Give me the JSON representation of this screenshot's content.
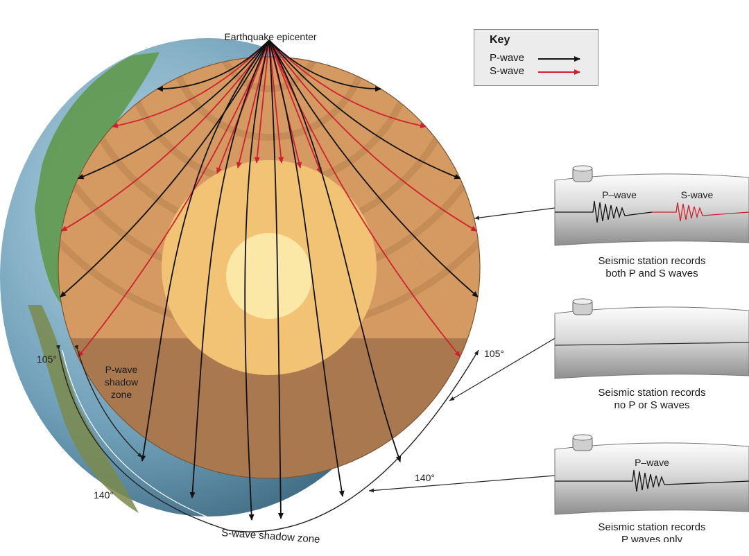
{
  "epicenter_label": "Earthquake epicenter",
  "key": {
    "title": "Key",
    "p_wave_label": "P-wave",
    "s_wave_label": "S-wave",
    "p_color": "#111111",
    "s_color": "#d0202e"
  },
  "angle_labels": {
    "left_105": "105°",
    "right_105": "105°",
    "left_140": "140°",
    "right_140": "140°"
  },
  "p_shadow_zone": [
    "P-wave",
    "shadow",
    "zone"
  ],
  "s_shadow_zone_label": "S-wave shadow zone",
  "stations": [
    {
      "trace_labels": [
        "P–wave",
        "S-wave"
      ],
      "caption": [
        "Seismic station records",
        "both P and S waves"
      ]
    },
    {
      "trace_labels": [],
      "caption": [
        "Seismic station records",
        "no P or S waves"
      ]
    },
    {
      "trace_labels": [
        "P–wave"
      ],
      "caption": [
        "Seismic station records",
        "P waves only"
      ]
    }
  ],
  "colors": {
    "mantle": "#d49a62",
    "shadow": "#a9784e",
    "outer_core": "#f2c374",
    "inner_core": "#fbe7a6",
    "ocean": "#6f9fb8",
    "land": "#5f9a4e"
  }
}
